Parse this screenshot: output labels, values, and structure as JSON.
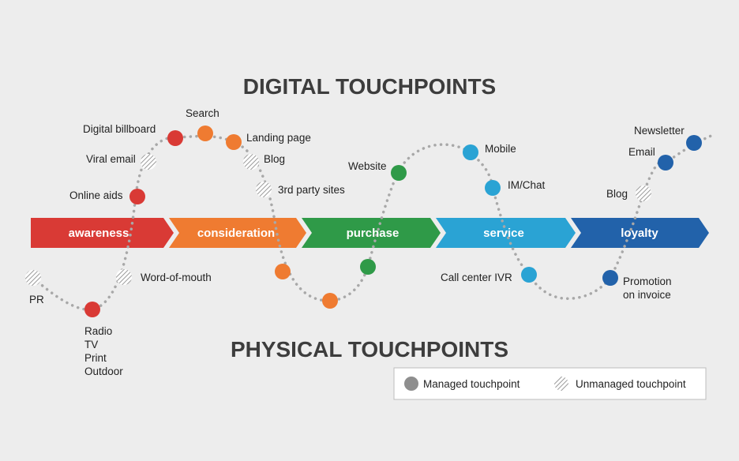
{
  "titles": {
    "digital": "DIGITAL TOUCHPOINTS",
    "physical": "PHYSICAL TOUCHPOINTS"
  },
  "stages": [
    {
      "label": "awareness",
      "color": "#d93a35"
    },
    {
      "label": "consideration",
      "color": "#ef7b31"
    },
    {
      "label": "purchase",
      "color": "#2f9a48"
    },
    {
      "label": "service",
      "color": "#2aa3d4"
    },
    {
      "label": "loyalty",
      "color": "#2262aa"
    }
  ],
  "labels": {
    "digital_billboard": "Digital billboard",
    "search": "Search",
    "landing_page": "Landing page",
    "blog_consideration": "Blog",
    "third_party_sites": "3rd party sites",
    "viral_email": "Viral email",
    "online_aids": "Online aids",
    "website": "Website",
    "mobile": "Mobile",
    "im_chat": "IM/Chat",
    "newsletter": "Newsletter",
    "email": "Email",
    "blog_loyalty": "Blog",
    "pr": "PR",
    "word_of_mouth": "Word-of-mouth",
    "radio": "Radio",
    "tv": "TV",
    "print": "Print",
    "outdoor": "Outdoor",
    "call_center_ivr": "Call center IVR",
    "promotion_line1": "Promotion",
    "promotion_line2": "on invoice"
  },
  "legend": {
    "managed": "Managed touchpoint",
    "unmanaged": "Unmanaged touchpoint",
    "managed_color": "#8e8e8e"
  },
  "colors": {
    "awareness": "#d93a35",
    "consideration": "#ef7b31",
    "purchase": "#2f9a48",
    "service": "#2aa3d4",
    "loyalty": "#2262aa",
    "path": "#a8a8a8",
    "heading": "#3d3d3d"
  }
}
